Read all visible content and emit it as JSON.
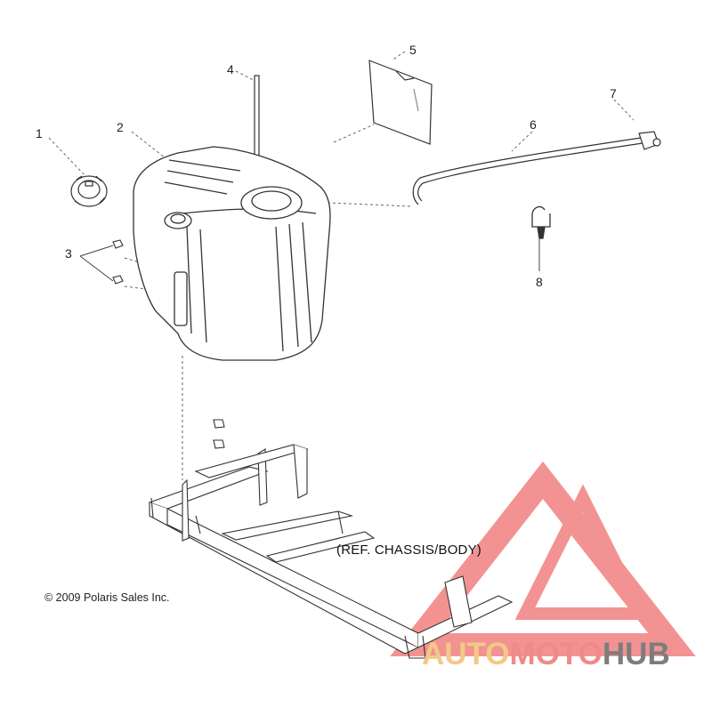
{
  "callouts": [
    "1",
    "2",
    "3",
    "4",
    "5",
    "6",
    "7",
    "8"
  ],
  "reference_note": "(REF. CHASSIS/BODY)",
  "copyright": "© 2009 Polaris Sales Inc.",
  "watermark": {
    "part1": "AUTO",
    "part2": "MOTO",
    "part3": "HUB"
  },
  "colors": {
    "line": "#444444",
    "light_line": "#8a8a8a",
    "watermark_red": "#f06e6e",
    "watermark_yellow": "#f2c987"
  }
}
